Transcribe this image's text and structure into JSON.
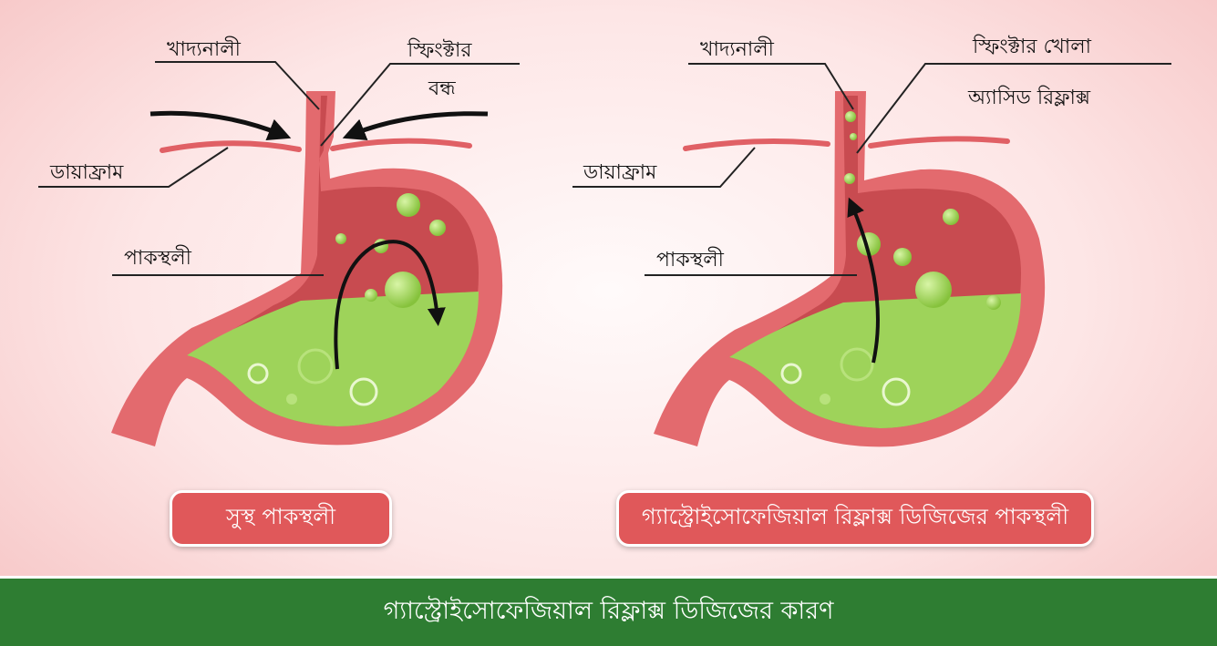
{
  "left_panel": {
    "labels": {
      "esophagus": "খাদ্যনালী",
      "sphincter": "স্ফিংক্টার",
      "sphincter_state": "বন্ধ",
      "diaphragm": "ডায়াফ্রাম",
      "stomach": "পাকস্থলী"
    },
    "caption": "সুস্থ পাকস্থলী"
  },
  "right_panel": {
    "labels": {
      "esophagus": "খাদ্যনালী",
      "sphincter": "স্ফিংক্টার খোলা",
      "acid_reflux": "অ্যাসিড রিফ্লাক্স",
      "diaphragm": "ডায়াফ্রাম",
      "stomach": "পাকস্থলী"
    },
    "caption": "গ্যাস্ট্রোইসোফেজিয়াল রিফ্লাক্স ডিজিজের পাকস্থলী"
  },
  "footer": {
    "title": "গ্যাস্ট্রোইসোফেজিয়াল রিফ্লাক্স ডিজিজের কারণ"
  },
  "colors": {
    "stomach_wall": "#e36a6e",
    "stomach_lining": "#c84b50",
    "gastric_acid": "#9ed35a",
    "caption_bg": "#e0585a",
    "footer_bg": "#2e7d32"
  }
}
